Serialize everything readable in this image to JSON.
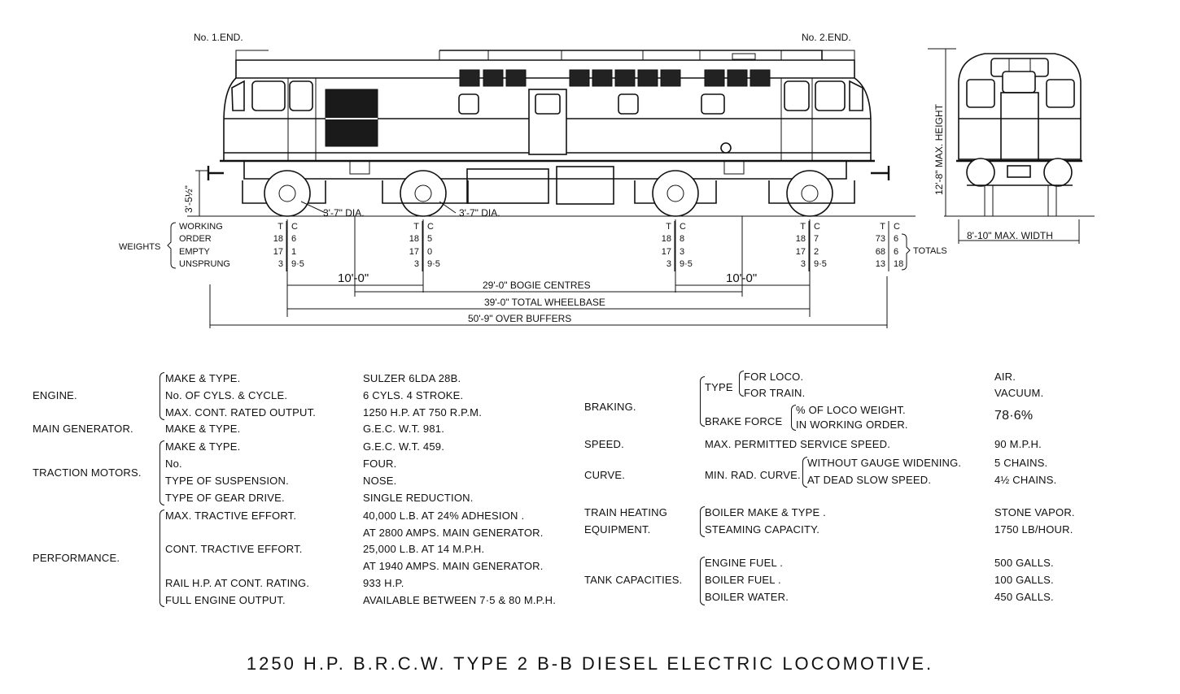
{
  "drawing": {
    "end_left": "No. 1.END.",
    "end_right": "No. 2.END.",
    "wheel_dia_1": "3'-7\" DIA.",
    "wheel_dia_2": "3'-7\" DIA.",
    "buffer_height": "3'-5½\"",
    "max_height": "12'-8\" MAX. HEIGHT",
    "max_width": "8'-10\" MAX. WIDTH",
    "weights_label": "WEIGHTS",
    "weight_rows": [
      "WORKING",
      "ORDER",
      "EMPTY",
      "UNSPRUNG"
    ],
    "totals_label": "TOTALS",
    "dims": {
      "bogie_wb_1": "10'-0\"",
      "bogie_wb_2": "10'-0\"",
      "bogie_centres": "29'-0\" BOGIE CENTRES",
      "total_wheelbase": "39'-0\" TOTAL WHEELBASE",
      "over_buffers": "50'-9\" OVER BUFFERS"
    },
    "axle_loads": [
      {
        "t": "T",
        "c": "C",
        "wo": [
          "18",
          "6"
        ],
        "em": [
          "17",
          "1"
        ],
        "un": [
          "3",
          "9·5"
        ]
      },
      {
        "t": "T",
        "c": "C",
        "wo": [
          "18",
          "5"
        ],
        "em": [
          "17",
          "0"
        ],
        "un": [
          "3",
          "9·5"
        ]
      },
      {
        "t": "T",
        "c": "C",
        "wo": [
          "18",
          "8"
        ],
        "em": [
          "17",
          "3"
        ],
        "un": [
          "3",
          "9·5"
        ]
      },
      {
        "t": "T",
        "c": "C",
        "wo": [
          "18",
          "7"
        ],
        "em": [
          "17",
          "2"
        ],
        "un": [
          "3",
          "9·5"
        ]
      },
      {
        "t": "T",
        "c": "C",
        "wo": [
          "73",
          "6"
        ],
        "em": [
          "68",
          "6"
        ],
        "un": [
          "13",
          "18"
        ]
      }
    ]
  },
  "specs_left": {
    "engine": "ENGINE.",
    "engine_make": "MAKE & TYPE.",
    "engine_make_v": "SULZER 6LDA 28B.",
    "engine_cyls": "No. OF CYLS. & CYCLE.",
    "engine_cyls_v": "6 CYLS. 4 STROKE.",
    "engine_output": "MAX. CONT. RATED OUTPUT.",
    "engine_output_v": "1250 H.P. AT 750 R.P.M.",
    "main_gen": "MAIN GENERATOR.",
    "main_gen_make": "MAKE & TYPE.",
    "main_gen_make_v": "G.E.C.      W.T. 981.",
    "traction": "TRACTION MOTORS.",
    "tm_make": "MAKE & TYPE.",
    "tm_make_v": "G.E.C.      W.T. 459.",
    "tm_no": "No.",
    "tm_no_v": "FOUR.",
    "tm_susp": "TYPE OF SUSPENSION.",
    "tm_susp_v": "NOSE.",
    "tm_gear": "TYPE OF GEAR DRIVE.",
    "tm_gear_v": "SINGLE REDUCTION.",
    "performance": "PERFORMANCE.",
    "p_max": "MAX. TRACTIVE EFFORT.",
    "p_max_v": "40,000 L.B. AT 24% ADHESION .",
    "p_max_v2": "AT 2800 AMPS. MAIN GENERATOR.",
    "p_cont": "CONT. TRACTIVE EFFORT.",
    "p_cont_v": "25,000 L.B. AT 14 M.P.H.",
    "p_cont_v2": "AT 1940 AMPS. MAIN GENERATOR.",
    "p_rail": "RAIL H.P. AT CONT. RATING.",
    "p_rail_v": "933 H.P.",
    "p_full": "FULL ENGINE OUTPUT.",
    "p_full_v": "AVAILABLE BETWEEN 7·5 & 80 M.P.H."
  },
  "specs_right": {
    "braking": "BRAKING.",
    "b_type": "TYPE",
    "b_loco": "FOR LOCO.",
    "b_loco_v": "AIR.",
    "b_train": "FOR TRAIN.",
    "b_train_v": "VACUUM.",
    "b_force": "BRAKE FORCE",
    "b_force_1": "% OF LOCO WEIGHT.",
    "b_force_2": "IN WORKING ORDER.",
    "b_force_v": "78·6%",
    "speed": "SPEED.",
    "speed_d": "MAX. PERMITTED SERVICE SPEED.",
    "speed_v": "90 M.P.H.",
    "curve": "CURVE.",
    "curve_d": "MIN. RAD. CURVE.",
    "curve_1": "WITHOUT GAUGE WIDENING.",
    "curve_1v": "5 CHAINS.",
    "curve_2": "AT DEAD SLOW SPEED.",
    "curve_2v": "4½ CHAINS.",
    "heating": "TRAIN HEATING",
    "heating2": "EQUIPMENT.",
    "h_boiler": "BOILER MAKE & TYPE .",
    "h_boiler_v": "STONE  VAPOR.",
    "h_steam": "STEAMING  CAPACITY.",
    "h_steam_v": "1750  LB/HOUR.",
    "tanks": "TANK CAPACITIES.",
    "t_fuel": "ENGINE FUEL .",
    "t_fuel_v": "500  GALLS.",
    "t_bfuel": "BOILER FUEL .",
    "t_bfuel_v": "100  GALLS.",
    "t_water": "BOILER WATER.",
    "t_water_v": "450  GALLS."
  },
  "title": "1250 H.P. B.R.C.W. TYPE 2 B-B DIESEL ELECTRIC LOCOMOTIVE."
}
